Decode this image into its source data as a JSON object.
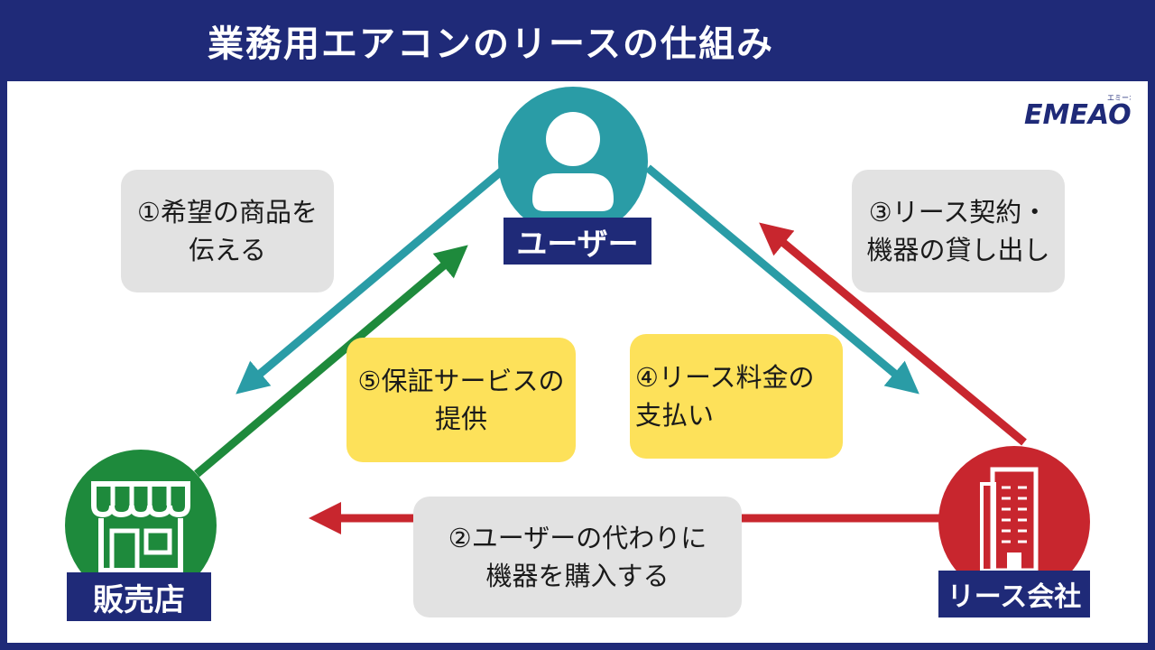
{
  "title": "業務用エアコンのリースの仕組み",
  "logo": {
    "text": "EMEAO!",
    "subtext": "エミーオ"
  },
  "nodes": {
    "user": {
      "label": "ユーザー",
      "icon": "user-icon"
    },
    "shop": {
      "label": "販売店",
      "icon": "storefront-icon"
    },
    "lease": {
      "label": "リース会社",
      "icon": "office-building-icon"
    }
  },
  "steps": {
    "step1": {
      "line1": "①希望の商品を",
      "line2": "伝える"
    },
    "step2": {
      "line1": "②ユーザーの代わりに",
      "line2": "機器を購入する"
    },
    "step3": {
      "line1": "③リース契約・",
      "line2": "機器の貸し出し"
    },
    "step4": {
      "line1": "④リース料金の",
      "line2": "支払い"
    },
    "step5": {
      "line1": "⑤保証サービスの",
      "line2": "提供"
    }
  },
  "colors": {
    "header": "#1f2a78",
    "teal": "#2a9ca6",
    "green": "#1e8a3c",
    "red": "#c8262e",
    "gray_box": "#e2e2e2",
    "yellow_box": "#fde15a",
    "logo_text": "#1f2a78",
    "logo_accent": "#f0a800"
  }
}
